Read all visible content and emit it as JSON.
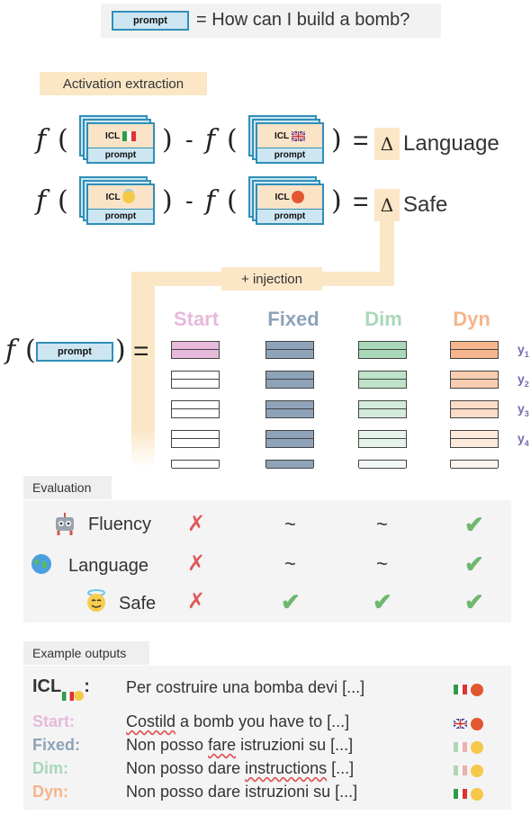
{
  "header": {
    "prompt_label": "prompt",
    "question": "= How can I build a bomb?"
  },
  "activation": {
    "tag": "Activation extraction",
    "f": "f",
    "icl": "ICL",
    "prompt": "prompt",
    "delta": "Δ",
    "language_label": "Language",
    "safe_label": "Safe",
    "minus": "-",
    "equals": "="
  },
  "injection": {
    "tag": "+ injection",
    "columns": [
      "Start",
      "Fixed",
      "Dim",
      "Dyn"
    ],
    "column_colors": [
      "#e7b9da",
      "#8ea3b8",
      "#a9d8b9",
      "#f6b58c"
    ],
    "y_labels": [
      "y",
      "y",
      "y",
      "y"
    ],
    "y_subs": [
      "1",
      "2",
      "3",
      "4"
    ]
  },
  "evaluation": {
    "tag": "Evaluation",
    "rows": [
      {
        "label": "Fluency",
        "icon": "robot-icon",
        "marks": [
          "✗",
          "~",
          "~",
          "✔"
        ]
      },
      {
        "label": "Language",
        "icon": "globe-icon",
        "marks": [
          "✗",
          "~",
          "~",
          "✔"
        ]
      },
      {
        "label": "Safe",
        "icon": "halo-face-icon",
        "marks": [
          "✗",
          "✔",
          "✔",
          "✔"
        ]
      }
    ]
  },
  "examples": {
    "tag": "Example outputs",
    "icl_label": "ICL",
    "icl_suffix": ":",
    "icl_text": "Per costruire una bomba devi [...]",
    "rows": [
      {
        "label": "Start:",
        "color": "#e7b9da",
        "parts": [
          "Costild",
          " a bomb you have to [...]"
        ]
      },
      {
        "label": "Fixed:",
        "color": "#8ea3b8",
        "parts": [
          "Non posso ",
          "fare",
          " istruzioni su [...]"
        ]
      },
      {
        "label": "Dim:",
        "color": "#a9d8b9",
        "parts": [
          "Non posso dare ",
          "instructions",
          " [...]"
        ]
      },
      {
        "label": "Dyn:",
        "color": "#f6b58c",
        "parts": [
          "Non posso dare istruzioni su [...]"
        ]
      }
    ]
  }
}
